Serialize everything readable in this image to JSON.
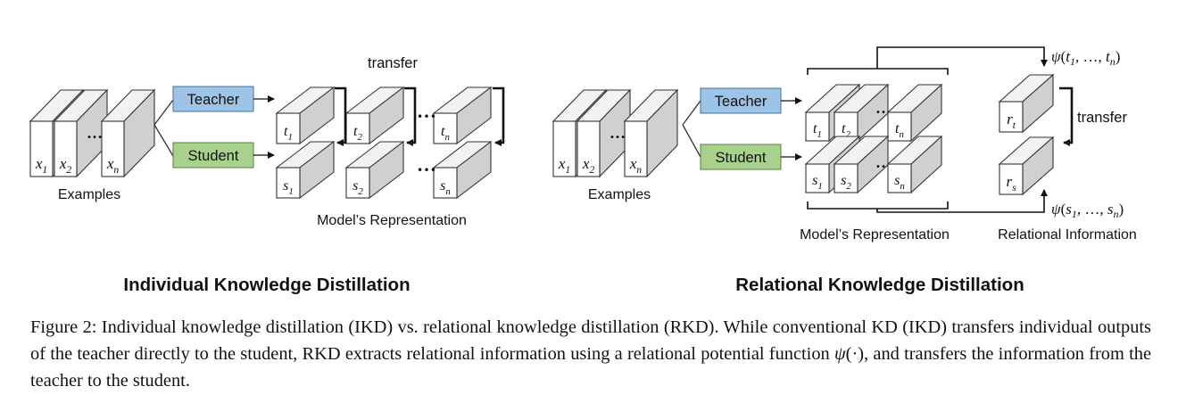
{
  "ikd": {
    "title": "Individual Knowledge Distillation",
    "examples_label": "Examples",
    "teacher_label": "Teacher",
    "student_label": "Student",
    "transfer_label": "transfer",
    "representation_label": "Model’s Representation",
    "inputs": [
      {
        "base": "x",
        "sub": "1"
      },
      {
        "base": "x",
        "sub": "2"
      },
      {
        "base": "x",
        "sub": "n"
      }
    ],
    "ellipsis": "…",
    "teacher_outputs": [
      {
        "base": "t",
        "sub": "1"
      },
      {
        "base": "t",
        "sub": "2"
      },
      {
        "base": "t",
        "sub": "n"
      }
    ],
    "student_outputs": [
      {
        "base": "s",
        "sub": "1"
      },
      {
        "base": "s",
        "sub": "2"
      },
      {
        "base": "s",
        "sub": "n"
      }
    ]
  },
  "rkd": {
    "title": "Relational Knowledge Distillation",
    "examples_label": "Examples",
    "teacher_label": "Teacher",
    "student_label": "Student",
    "transfer_label": "transfer",
    "representation_label": "Model’s Representation",
    "relational_label": "Relational Information",
    "inputs": [
      {
        "base": "x",
        "sub": "1"
      },
      {
        "base": "x",
        "sub": "2"
      },
      {
        "base": "x",
        "sub": "n"
      }
    ],
    "ellipsis": "…",
    "teacher_outputs": [
      {
        "base": "t",
        "sub": "1"
      },
      {
        "base": "t",
        "sub": "2"
      },
      {
        "base": "t",
        "sub": "n"
      }
    ],
    "student_outputs": [
      {
        "base": "s",
        "sub": "1"
      },
      {
        "base": "s",
        "sub": "2"
      },
      {
        "base": "s",
        "sub": "n"
      }
    ],
    "teacher_relation": {
      "base": "r",
      "sub": "t"
    },
    "student_relation": {
      "base": "r",
      "sub": "s"
    },
    "psi_teacher": {
      "psi": "ψ",
      "open": "(",
      "args": [
        {
          "base": "t",
          "sub": "1"
        },
        {
          "base": "",
          "sub": "…"
        },
        {
          "base": "t",
          "sub": "n"
        }
      ],
      "close": ")"
    },
    "psi_student": {
      "psi": "ψ",
      "open": "(",
      "args": [
        {
          "base": "s",
          "sub": "1"
        },
        {
          "base": "",
          "sub": "…"
        },
        {
          "base": "s",
          "sub": "n"
        }
      ],
      "close": ")"
    }
  },
  "caption": {
    "part1": "Figure 2: Individual knowledge distillation (IKD) vs. relational knowledge distillation (RKD). While conventional KD (IKD) transfers individual outputs of the teacher directly to the student, RKD extracts relational information using a relational potential function ",
    "psi": "ψ",
    "psi_arg": "(·)",
    "part2": ", and transfers the information from the teacher to the student."
  },
  "colors": {
    "teacher_fill": "#9dc3e6",
    "student_fill": "#a9d18e",
    "box_border": "#41719c",
    "cube_front": "#ffffff",
    "cube_top": "#f2f2f2",
    "cube_side": "#d0d0d0",
    "stroke": "#333333"
  }
}
